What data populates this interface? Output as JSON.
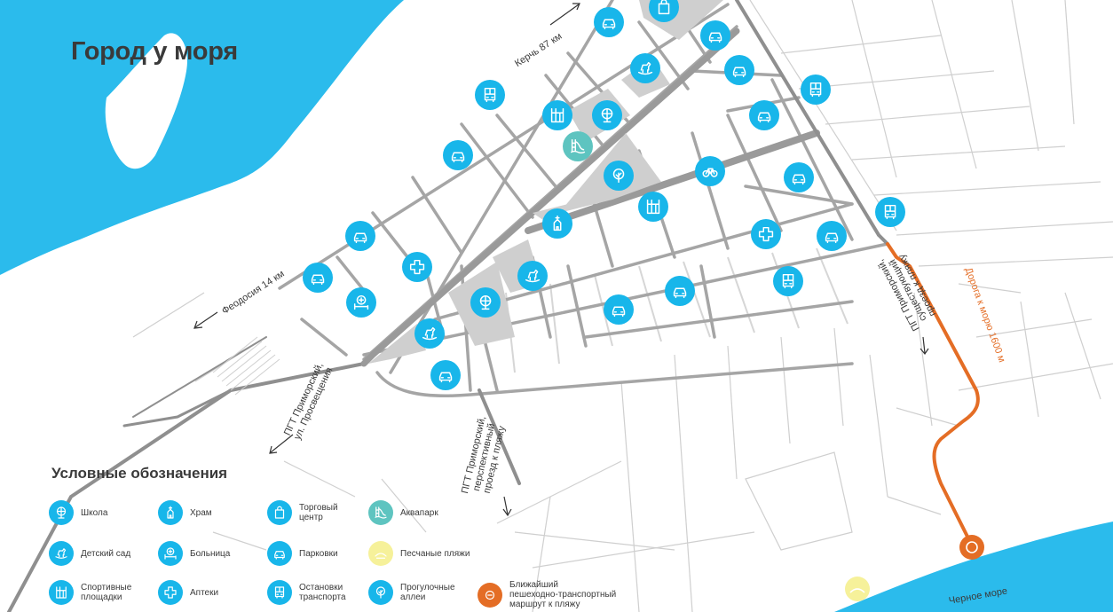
{
  "title": "Город у моря",
  "colors": {
    "sea": "#2bbbec",
    "icon": "#18b6ea",
    "aquapark": "#5ec4c0",
    "beach": "#f6f19a",
    "route": "#e46d25",
    "road_main": "#8f8f8f",
    "road_minor": "#cfcfcf",
    "block": "#cfcfcf"
  },
  "road_labels": {
    "kerch": "Керчь 87 км",
    "feodosia": "Феодосия 14 км",
    "prosvesheniya": "ПГТ Приморский,\nул. Просвещения",
    "perspective": "ПГТ Приморский,\nперспективный\nпроезд к пляжу",
    "existing": "ПГТ Приморский,\nсуществующий\nпроезд к пляжу",
    "to_sea": "Дорога к морю 1600 м",
    "black_sea": "Черное море"
  },
  "legend": {
    "title": "Условные обозначения",
    "items": [
      {
        "id": "school",
        "icon": "globe-icon",
        "label": "Школа"
      },
      {
        "id": "temple",
        "icon": "church-icon",
        "label": "Храм"
      },
      {
        "id": "mall",
        "icon": "shopping-bag-icon",
        "label": "Торговый\nцентр"
      },
      {
        "id": "aquapark",
        "icon": "waterslide-icon",
        "label": "Аквапарк"
      },
      {
        "id": "kindergarten",
        "icon": "rocking-horse-icon",
        "label": "Детский сад"
      },
      {
        "id": "hospital",
        "icon": "hospital-bed-icon",
        "label": "Больница"
      },
      {
        "id": "parking",
        "icon": "car-icon",
        "label": "Парковки"
      },
      {
        "id": "beach",
        "icon": "sand-beach-icon",
        "label": "Песчаные пляжи"
      },
      {
        "id": "sports",
        "icon": "sports-ground-icon",
        "label": "Спортивные\nплощадки"
      },
      {
        "id": "pharmacy",
        "icon": "pharmacy-cross-icon",
        "label": "Аптеки"
      },
      {
        "id": "bus",
        "icon": "bus-icon",
        "label": "Остановки\nтранспорта"
      },
      {
        "id": "alley",
        "icon": "tree-icon",
        "label": "Прогулочные\nаллеи"
      },
      {
        "id": "route",
        "icon": "route-icon",
        "label": "Ближайший\nпешеходно-транспортный\nмаршрут к пляжу"
      }
    ]
  }
}
